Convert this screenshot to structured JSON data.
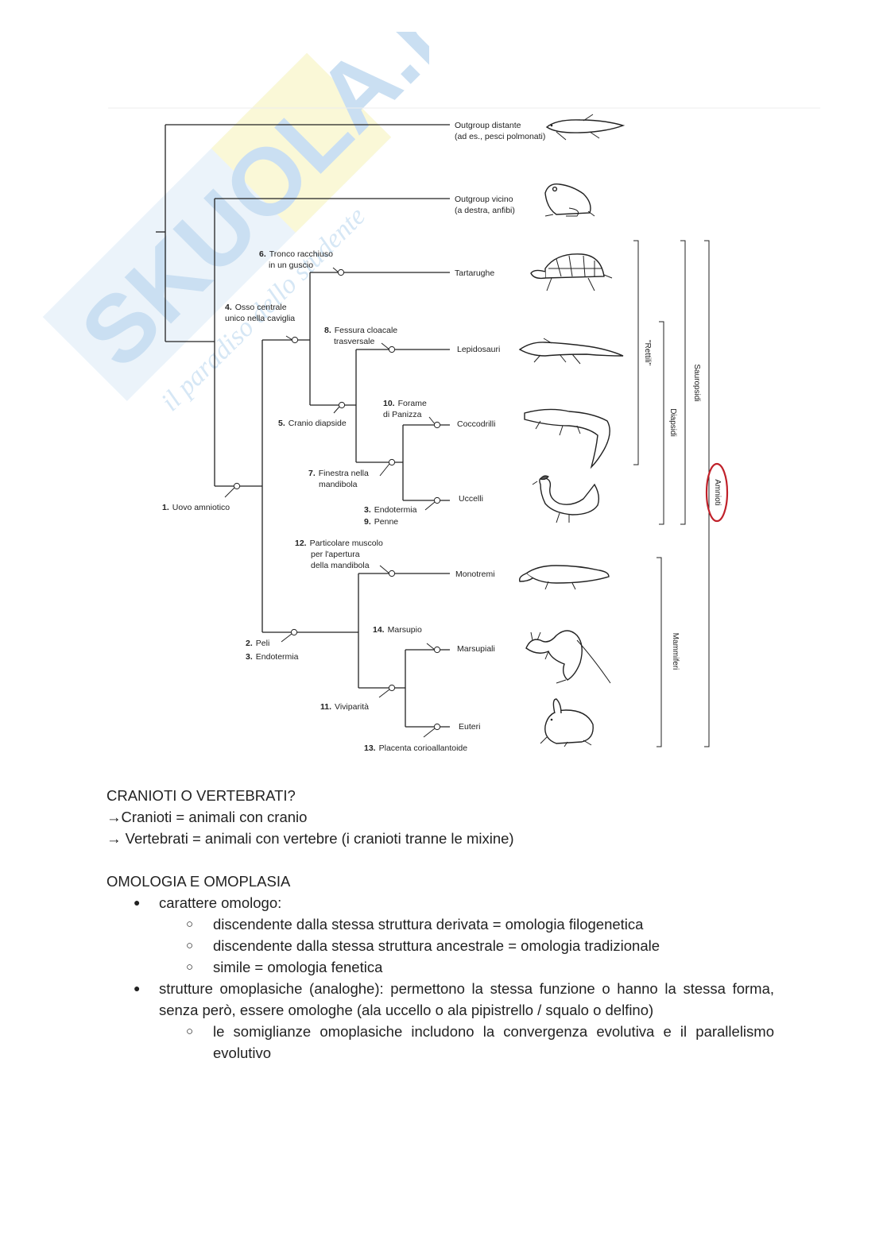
{
  "watermark": {
    "brand": "SKUOLA.net",
    "tagline": "il paradiso dello studente"
  },
  "cladogram": {
    "taxa": {
      "outgroup_distante": [
        "Outgroup distante",
        "(ad es., pesci polmonati)"
      ],
      "outgroup_vicino": [
        "Outgroup vicino",
        "(a destra, anfibi)"
      ],
      "tartarughe": "Tartarughe",
      "lepidosauri": "Lepidosauri",
      "coccodrilli": "Coccodrilli",
      "uccelli": "Uccelli",
      "monotremi": "Monotremi",
      "marsupiali": "Marsupiali",
      "euteri": "Euteri"
    },
    "characters": {
      "c1": {
        "num": "1.",
        "lines": [
          "Uovo amniotico"
        ]
      },
      "c2": {
        "num": "2.",
        "lines": [
          "Peli"
        ]
      },
      "c3a": {
        "num": "3.",
        "lines": [
          "Endotermia"
        ]
      },
      "c3b": {
        "num": "3.",
        "lines": [
          "Endotermia"
        ]
      },
      "c4": {
        "num": "4.",
        "lines": [
          "Osso centrale",
          "unico nella caviglia"
        ]
      },
      "c5": {
        "num": "5.",
        "lines": [
          "Cranio diapside"
        ]
      },
      "c6": {
        "num": "6.",
        "lines": [
          "Tronco racchiuso",
          "in un guscio"
        ]
      },
      "c7": {
        "num": "7.",
        "lines": [
          "Finestra nella",
          "mandibola"
        ]
      },
      "c8": {
        "num": "8.",
        "lines": [
          "Fessura cloacale",
          "trasversale"
        ]
      },
      "c9": {
        "num": "9.",
        "lines": [
          "Penne"
        ]
      },
      "c10": {
        "num": "10.",
        "lines": [
          "Forame",
          "di Panizza"
        ]
      },
      "c11": {
        "num": "11.",
        "lines": [
          "Viviparità"
        ]
      },
      "c12": {
        "num": "12.",
        "lines": [
          "Particolare muscolo",
          "per l'apertura",
          "della mandibola"
        ]
      },
      "c13": {
        "num": "13.",
        "lines": [
          "Placenta corioallantoide"
        ]
      },
      "c14": {
        "num": "14.",
        "lines": [
          "Marsupio"
        ]
      }
    },
    "groups": {
      "rettili": "\"Rettili\"",
      "diapsidi": "Diapsidi",
      "sauropsidi": "Sauropsidi",
      "amnioti": "Amnioti",
      "mammiferi": "Mammiferi"
    },
    "highlight_color": "#c0212a"
  },
  "notes": {
    "q_title": "CRANIOTI O VERTEBRATI?",
    "q_line1": "→Cranioti = animali con cranio",
    "q_line2": "→ Vertebrati = animali con vertebre (i cranioti tranne le mixine)",
    "h_title": "OMOLOGIA E OMOPLASIA",
    "b1": "carattere omologo:",
    "b1_sub": [
      "discendente dalla stessa struttura derivata = omologia filogenetica",
      "discendente dalla stessa struttura ancestrale = omologia tradizionale",
      "simile = omologia fenetica"
    ],
    "b2": "strutture omoplasiche (analoghe): permettono la stessa funzione o hanno la stessa forma, senza però, essere omologhe (ala uccello o ala pipistrello / squalo o delfino)",
    "b2_sub": [
      "le somiglianze omoplasiche includono la convergenza evolutiva e il parallelismo evolutivo"
    ]
  }
}
